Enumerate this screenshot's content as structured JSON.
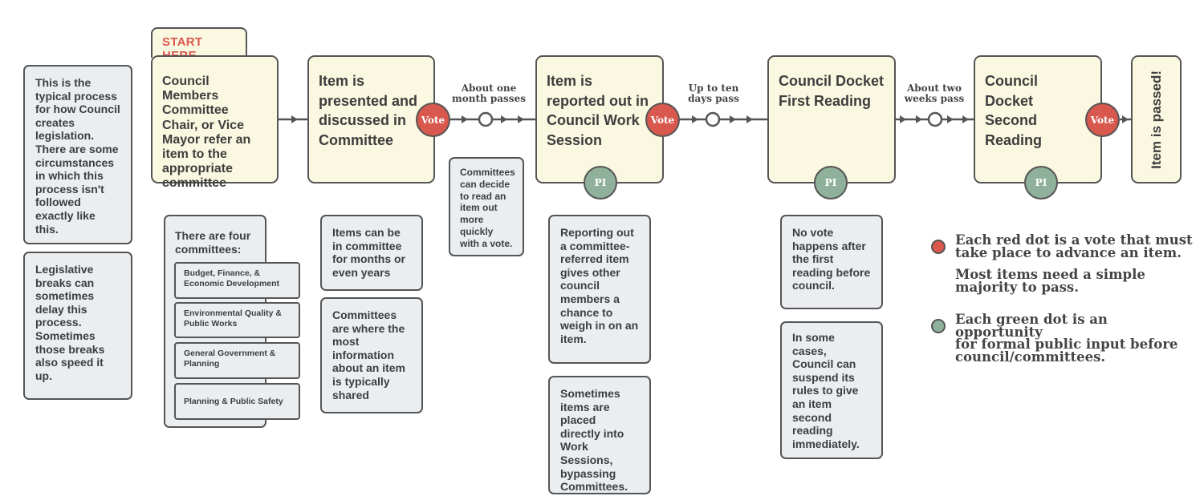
{
  "intro_note": "This is the typical process for how Council creates legislation. There are some circumstances in which this process isn't followed exactly like this.",
  "breaks_note": "Legislative breaks can sometimes delay this process. Sometimes those breaks also speed it up.",
  "start_tab": "START HERE",
  "stages": {
    "refer": "Council Members Committee Chair, or Vice Mayor refer an item to the appropriate committee",
    "committee": "Item is presented and discussed in Committee",
    "work_session": "Item is reported out in Council Work Session",
    "first_reading": "Council Docket First Reading",
    "second_reading": "Council Docket Second Reading",
    "passed": "Item is passed!"
  },
  "dots": {
    "vote": "Vote",
    "pi": "PI"
  },
  "gaps": {
    "one_month": [
      "About one",
      "month passes"
    ],
    "ten_days": [
      "Up to ten",
      "days pass"
    ],
    "two_weeks": [
      "About two",
      "weeks pass"
    ]
  },
  "committees": {
    "heading": "There are four committees:",
    "items": [
      "Budget, Finance, & Economic Development",
      "Environmental Quality & Public Works",
      "General Government & Planning",
      "Planning & Public Safety"
    ]
  },
  "notes": {
    "months_years": "Items can be in committee for months or even years",
    "info_shared": "Committees are where the most information about an item is typically shared",
    "read_out": "Committees can decide to read an item out more quickly with a vote.",
    "reporting_out": "Reporting out a committee-referred item gives other council members a chance to weigh in on an item.",
    "placed_directly": "Sometimes items are placed directly into Work Sessions, bypassing Committees.",
    "no_vote": "No vote happens after the first reading before council.",
    "suspend_rules": "In some cases, Council can suspend its rules to give an item second reading immediately."
  },
  "legend": {
    "red_line1": "Each red dot is a vote that must",
    "red_line2": "take place to advance an item.",
    "majority_line1": "Most items need a simple",
    "majority_line2": "majority to pass.",
    "green_line1": "Each green dot is an opportunity",
    "green_line2": "for formal public input before",
    "green_line3": "council/committees."
  },
  "colors": {
    "vote_red": "#d9584d",
    "pi_green": "#8fb09b",
    "stage_fill": "#faf8e1",
    "note_fill": "#eaeef1",
    "outline": "#555555"
  }
}
